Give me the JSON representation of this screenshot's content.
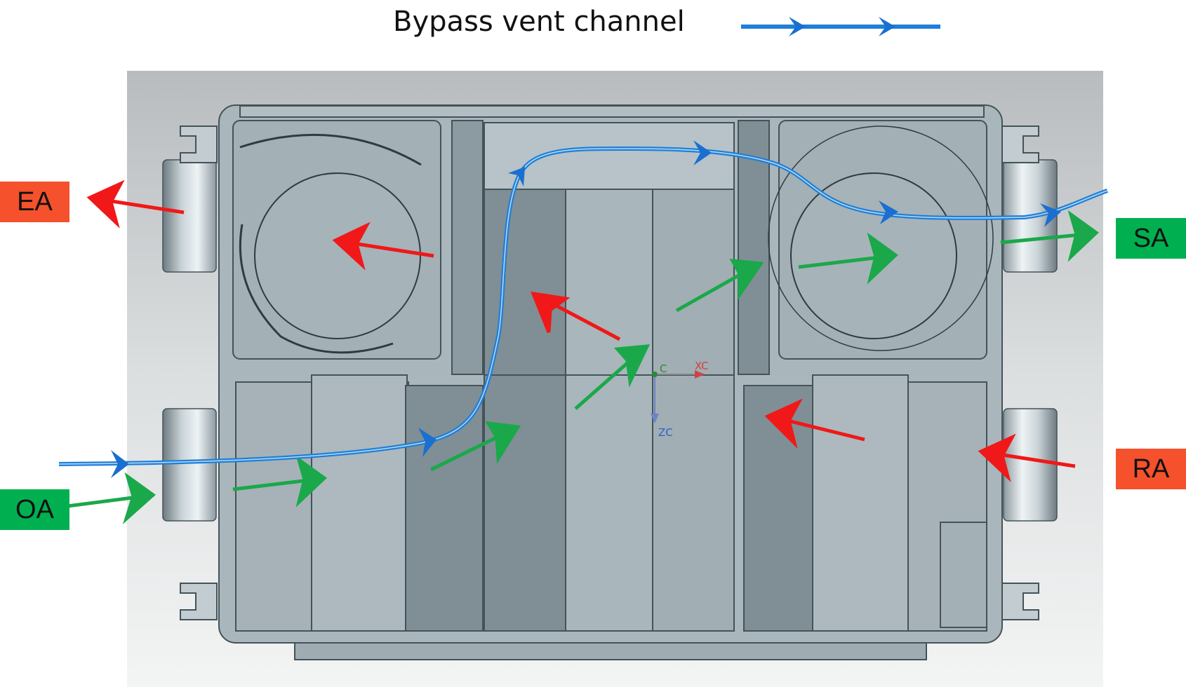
{
  "legend": {
    "label": "Bypass vent channel",
    "line_color": "#1f7fd8",
    "arrow_color": "#1a6fd0"
  },
  "ports": {
    "ea": "EA",
    "sa": "SA",
    "oa": "OA",
    "ra": "RA"
  },
  "axes": {
    "xc": "XC",
    "zc": "ZC",
    "origin": "C"
  },
  "colors": {
    "exhaust": "#f01818",
    "supply": "#1aa84a",
    "bypass": "#1f7fd8",
    "ea_tag": "#f4512c",
    "sa_tag": "#00b050",
    "housing": "#a9b6bb",
    "housing_dark": "#7f8f95",
    "outline": "#44535a"
  }
}
